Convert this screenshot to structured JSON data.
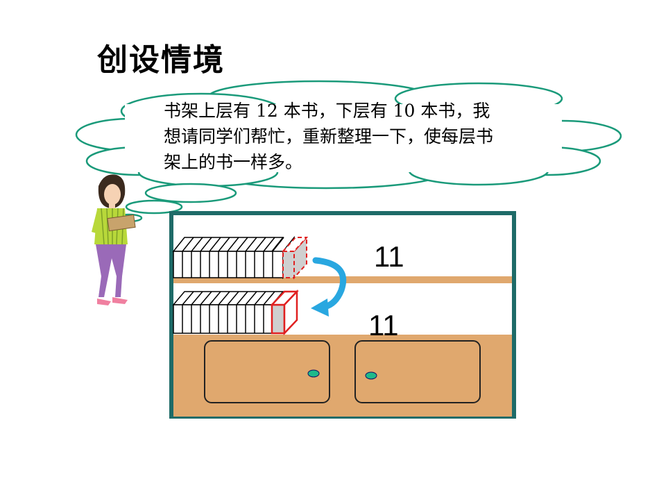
{
  "slide": {
    "title": "创设情境",
    "speech_text": "书架上层有 12 本书，下层有 10 本书，我想请同学们帮忙，重新整理一下，使每层书架上的书一样多。",
    "top_shelf_count": "11",
    "bottom_shelf_count": "11"
  },
  "colors": {
    "cloud_outline": "#1a9a7a",
    "cabinet_frame": "#1e6b68",
    "wood": "#e0a86e",
    "arrow": "#29a7e0",
    "moved_book_outline": "#e02020",
    "knob": "#1fb98a"
  },
  "icons": [
    "cloud-speech-bubble",
    "teacher-figure",
    "curved-arrow-icon",
    "books"
  ]
}
